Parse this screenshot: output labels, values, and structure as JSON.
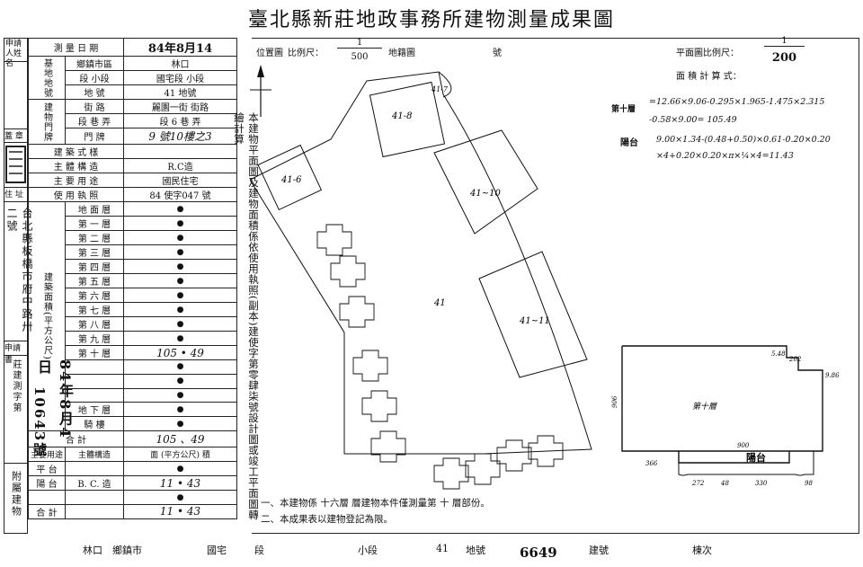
{
  "title": "臺北縣新莊地政事務所建物測量成果圖",
  "left": {
    "applicant_label": "申請人姓名",
    "stamp_label": "蓋 章",
    "address_label": "住 址",
    "address_value": "台北縣板橋市府中路卅二號",
    "app_doc_label": "申請書",
    "app_doc_value": "莊建測字第",
    "app_date_value": "84年8月4日",
    "app_no_value": "10643號",
    "attached_label": "附屬建物"
  },
  "table": {
    "survey_date_label": "測 量 日 期",
    "survey_date_value": "84年8月14",
    "base_label": "基地地號",
    "township_label": "鄉鎮市區",
    "township_value": "林口",
    "section_label": "段 小段",
    "section_value": "國宅段 小段",
    "lot_label": "地 號",
    "lot_value": "41 地號",
    "door_label": "建物門牌",
    "street_label": "街 路",
    "street_value": "麗園一街 街路",
    "lane_label": "段 巷 弄",
    "lane_value": "段 6 巷 弄",
    "number_label": "門 牌",
    "number_value": "9 號10樓之3",
    "style_label": "建 築 式 樣",
    "structure_label": "主 體 構 造",
    "structure_value": "R.C造",
    "use_label": "主 要 用 途",
    "use_value": "國民住宅",
    "license_label": "使 用 執 照",
    "license_value": "84 使字047 號",
    "area_group_label": "建築面積(平方公尺)",
    "floors": [
      {
        "label": "地 面 層",
        "value": "●"
      },
      {
        "label": "第 一 層",
        "value": "●"
      },
      {
        "label": "第 二 層",
        "value": "●"
      },
      {
        "label": "第 三 層",
        "value": "●"
      },
      {
        "label": "第 四 層",
        "value": "●"
      },
      {
        "label": "第 五 層",
        "value": "●"
      },
      {
        "label": "第 六 層",
        "value": "●"
      },
      {
        "label": "第 七 層",
        "value": "●"
      },
      {
        "label": "第 八 層",
        "value": "●"
      },
      {
        "label": "第 九 層",
        "value": "●"
      },
      {
        "label": "第 十 層",
        "value": "105 • 49"
      },
      {
        "label": "",
        "value": "●"
      },
      {
        "label": "",
        "value": "●"
      },
      {
        "label": "",
        "value": "●"
      },
      {
        "label": "地 下 層",
        "value": "●"
      },
      {
        "label": "騎 樓",
        "value": "●"
      }
    ],
    "total_label": "合 計",
    "total_value": "105 、49",
    "attached_headers": [
      "主要用途",
      "主體構造",
      "面 (平方公尺) 積"
    ],
    "attached_rows": [
      {
        "use": "平 台",
        "struct": "",
        "area": "●"
      },
      {
        "use": "陽 台",
        "struct": "B. C. 造",
        "area": "11 • 43"
      },
      {
        "use": "",
        "struct": "",
        "area": "●"
      },
      {
        "use": "合 計",
        "struct": "",
        "area": "11 • 43"
      }
    ]
  },
  "vertical_note": "本建物平面圖及建物面積係依使用執照(副本)建使字第零肆柒號設計圖或竣工平面圖轉繪計算",
  "location": {
    "label": "位置圖",
    "scale_label": "比例尺：",
    "scale_num": "1",
    "scale_den": "500",
    "cadastral_label": "地籍圖",
    "no_label": "號",
    "parcels": [
      "41-8",
      "41-6",
      "41~10",
      "41",
      "41~11",
      "41-7"
    ]
  },
  "plan": {
    "scale_label": "平面圖比例尺：",
    "scale_num": "1",
    "scale_den": "200",
    "formula_label": "面 積 計 算 式：",
    "floor10_label": "第十層",
    "floor10_line1": "=12.66×9.06-0.295×1.965-1.475×2.315",
    "floor10_line2": "-0.58×9.00= 105.49",
    "balcony_label": "陽台",
    "balcony_line1": "9.00×1.34-(0.48+0.50)×0.61-0.20×0.20",
    "balcony_line2": "×4+0.20×0.20×π×¼×4=11.43",
    "room_label": "第十層",
    "balcony_room_label": "陽台",
    "dims": [
      "906",
      "5.48",
      "202",
      "9.86",
      "900",
      "366",
      "272",
      "48",
      "330",
      "98"
    ]
  },
  "notes": [
    "一、本建物係 十六層 層建物本件僅測量第 十 層部份。",
    "二、本成果表以建物登記為限。"
  ],
  "footer": {
    "town": "林口",
    "town_label": "鄉鎮市",
    "section": "國宅",
    "section_label": "段",
    "subsection_label": "小段",
    "lot": "41",
    "lot_label": "地號",
    "building_no": "6649",
    "building_label": "建號",
    "unit_label": "棟次"
  }
}
